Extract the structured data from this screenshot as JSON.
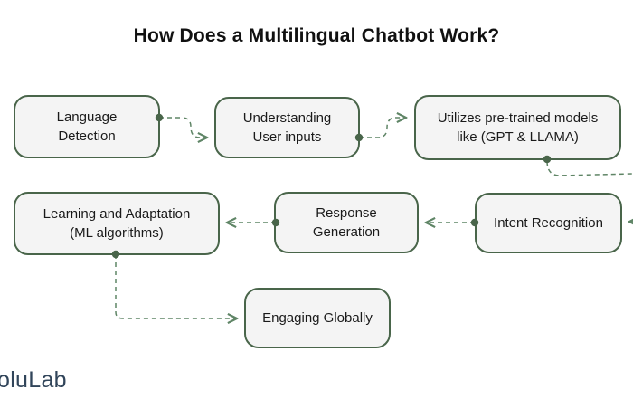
{
  "title": "How Does a Multilingual Chatbot Work?",
  "logo": {
    "text": "oluLab"
  },
  "colors": {
    "node_border": "#49654a",
    "node_fill": "#f4f4f4",
    "connector": "#5f8566",
    "title_text": "#111111",
    "logo_text": "#31455a",
    "background": "#ffffff"
  },
  "nodes": [
    {
      "id": "language-detection",
      "label": "Language\nDetection"
    },
    {
      "id": "understanding-user-inputs",
      "label": "Understanding\nUser inputs"
    },
    {
      "id": "pretrained-models",
      "label": "Utilizes pre-trained models\nlike (GPT & LLAMA)"
    },
    {
      "id": "learning-adaptation",
      "label": "Learning and Adaptation\n(ML algorithms)"
    },
    {
      "id": "response-generation",
      "label": "Response\nGeneration"
    },
    {
      "id": "intent-recognition",
      "label": "Intent Recognition"
    },
    {
      "id": "engaging-globally",
      "label": "Engaging Globally"
    }
  ],
  "edges": [
    {
      "from": "language-detection",
      "to": "understanding-user-inputs"
    },
    {
      "from": "understanding-user-inputs",
      "to": "pretrained-models"
    },
    {
      "from": "pretrained-models",
      "to": "intent-recognition"
    },
    {
      "from": "intent-recognition",
      "to": "response-generation"
    },
    {
      "from": "response-generation",
      "to": "learning-adaptation"
    },
    {
      "from": "learning-adaptation",
      "to": "engaging-globally"
    }
  ]
}
